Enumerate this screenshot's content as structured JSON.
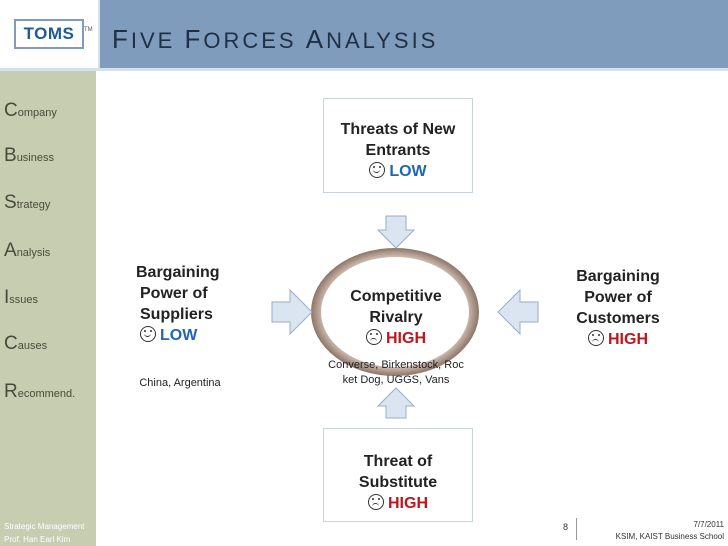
{
  "header": {
    "logo": "TOMS",
    "logo_tm": "TM",
    "title_parts": [
      "F",
      "IVE ",
      "F",
      "ORCES ",
      "A",
      "NALYSIS"
    ]
  },
  "sidebar": {
    "items": [
      {
        "cap": "C",
        "rest": "ompany"
      },
      {
        "cap": "B",
        "rest": "usiness"
      },
      {
        "cap": "S",
        "rest": "trategy"
      },
      {
        "cap": "A",
        "rest": "nalysis"
      },
      {
        "cap": "I",
        "rest": "ssues"
      },
      {
        "cap": "C",
        "rest": "auses"
      },
      {
        "cap": "R",
        "rest": "ecommend."
      }
    ],
    "footer_line1": "Strategic Management",
    "footer_line2": "Prof. Han Earl Kim"
  },
  "forces": {
    "new_entrants": {
      "line1": "Threats of New",
      "line2": "Entrants",
      "rating": "LOW"
    },
    "suppliers": {
      "line1": "Bargaining",
      "line2": "Power of",
      "line3": "Suppliers",
      "rating": "LOW",
      "note": "China, Argentina"
    },
    "rivalry": {
      "line1": "Competitive",
      "line2": "Rivalry",
      "rating": "HIGH",
      "note1": "Converse, Birkenstock, Roc",
      "note2": "ket Dog, UGGS, Vans"
    },
    "customers": {
      "line1": "Bargaining",
      "line2": "Power of",
      "line3": "Customers",
      "rating": "HIGH"
    },
    "substitute": {
      "line1": "Threat of",
      "line2": "Substitute",
      "rating": "HIGH"
    }
  },
  "footer": {
    "page": "8",
    "date": "7/7/2011",
    "school": "KSIM, KAIST Business School"
  },
  "colors": {
    "header": "#7f9cbd",
    "sidebar": "#c7cdb0",
    "low": "#1f66b8",
    "high": "#c0161b",
    "arrow_fill": "#dbe5f1",
    "arrow_stroke": "#9aaec6"
  }
}
